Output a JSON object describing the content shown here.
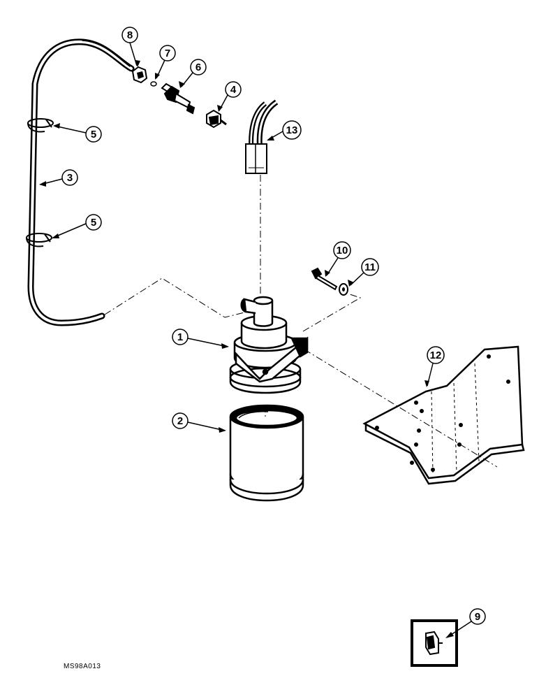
{
  "figure_code": "MS98A013",
  "callouts": {
    "c1": "1",
    "c2": "2",
    "c3": "3",
    "c4": "4",
    "c5a": "5",
    "c5b": "5",
    "c6": "6",
    "c7": "7",
    "c8": "8",
    "c9": "9",
    "c10": "10",
    "c11": "11",
    "c12": "12",
    "c13": "13"
  },
  "parts": [
    "filter-head",
    "filter-element",
    "fuel-line",
    "fitting",
    "line-clip",
    "fitting",
    "o-ring",
    "nut",
    "connector-detail",
    "bolt",
    "washer",
    "mounting-bracket",
    "wire-harness"
  ]
}
